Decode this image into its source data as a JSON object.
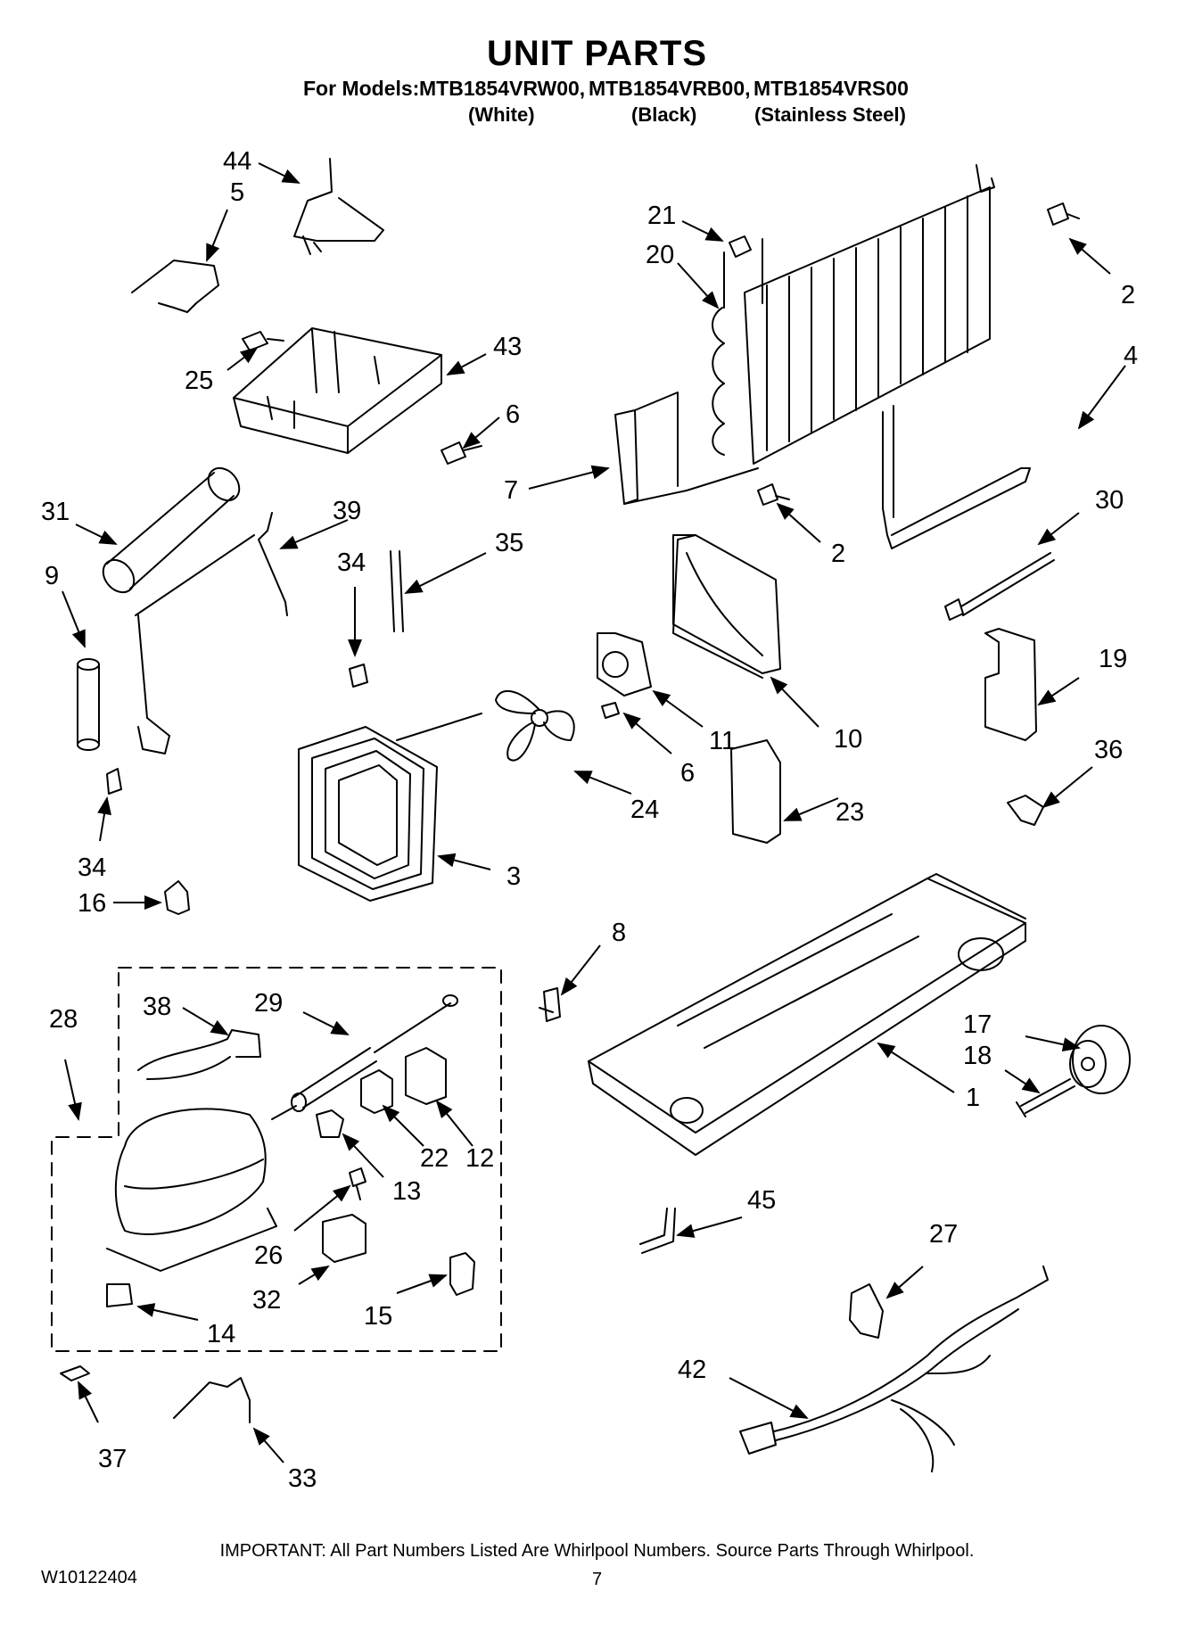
{
  "header": {
    "title": "UNIT PARTS",
    "models_prefix": "For Models:",
    "models": [
      "MTB1854VRW00,",
      "MTB1854VRB00,",
      "MTB1854VRS00"
    ],
    "variants": [
      "(White)",
      "(Black)",
      "(Stainless Steel)"
    ]
  },
  "callouts": [
    "44",
    "5",
    "25",
    "43",
    "6",
    "31",
    "39",
    "34",
    "35",
    "9",
    "34",
    "16",
    "21",
    "20",
    "2",
    "4",
    "7",
    "2",
    "30",
    "19",
    "11",
    "10",
    "6",
    "24",
    "23",
    "36",
    "3",
    "8",
    "28",
    "38",
    "29",
    "22",
    "12",
    "13",
    "26",
    "32",
    "15",
    "14",
    "17",
    "18",
    "1",
    "45",
    "27",
    "42",
    "37",
    "33"
  ],
  "footer": {
    "important": "IMPORTANT: All Part Numbers Listed Are Whirlpool Numbers. Source Parts Through Whirlpool.",
    "doc_number": "W10122404",
    "page": "7"
  }
}
